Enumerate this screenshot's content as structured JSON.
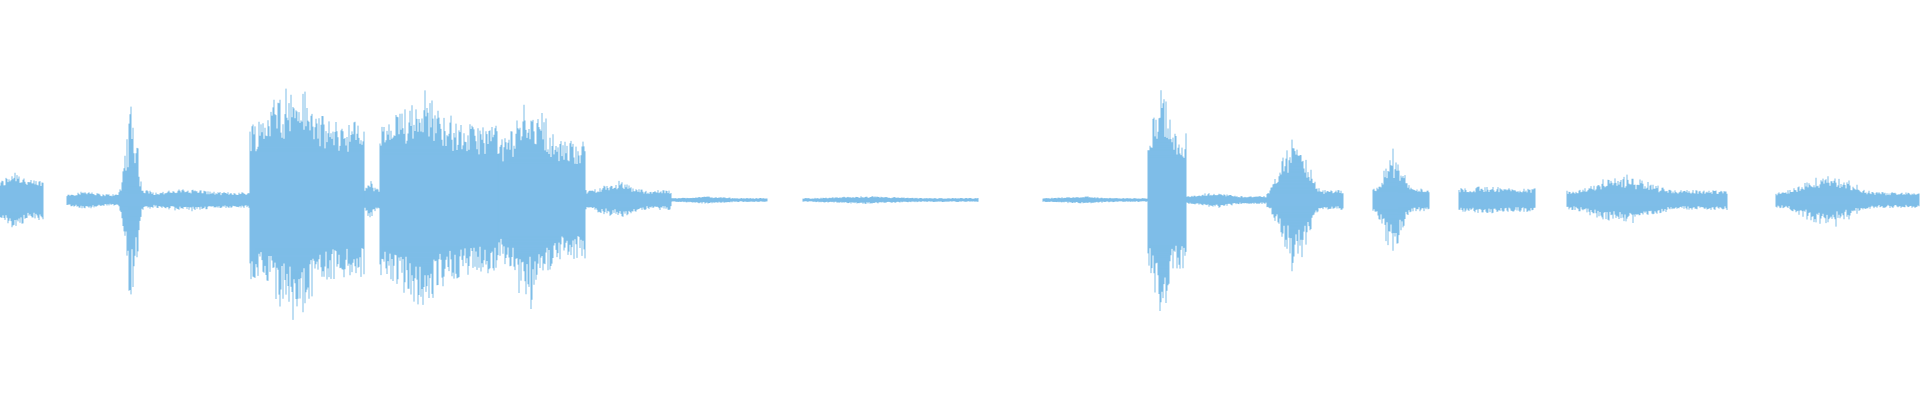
{
  "waveform": {
    "color": "#5DADE2",
    "background": "#FFFFFF"
  },
  "segments": [
    {
      "start": 0.0,
      "end": 0.023,
      "peak": 0.16,
      "level": 0.1
    },
    {
      "start": 0.035,
      "end": 0.062,
      "peak": 0.05,
      "level": 0.03
    },
    {
      "start": 0.062,
      "end": 0.08,
      "peak": 0.55,
      "level": 0.05
    },
    {
      "start": 0.08,
      "end": 0.13,
      "peak": 0.06,
      "level": 0.04
    },
    {
      "start": 0.13,
      "end": 0.19,
      "peak": 0.63,
      "level": 0.4
    },
    {
      "start": 0.19,
      "end": 0.198,
      "peak": 0.12,
      "level": 0.06
    },
    {
      "start": 0.198,
      "end": 0.26,
      "peak": 0.58,
      "level": 0.38
    },
    {
      "start": 0.26,
      "end": 0.305,
      "peak": 0.56,
      "level": 0.3
    },
    {
      "start": 0.305,
      "end": 0.35,
      "peak": 0.1,
      "level": 0.05
    },
    {
      "start": 0.35,
      "end": 0.4,
      "peak": 0.02,
      "level": 0.01
    },
    {
      "start": 0.418,
      "end": 0.51,
      "peak": 0.02,
      "level": 0.01
    },
    {
      "start": 0.543,
      "end": 0.598,
      "peak": 0.02,
      "level": 0.01
    },
    {
      "start": 0.598,
      "end": 0.618,
      "peak": 0.62,
      "level": 0.35
    },
    {
      "start": 0.618,
      "end": 0.66,
      "peak": 0.04,
      "level": 0.02
    },
    {
      "start": 0.66,
      "end": 0.7,
      "peak": 0.38,
      "level": 0.05
    },
    {
      "start": 0.715,
      "end": 0.745,
      "peak": 0.28,
      "level": 0.06
    },
    {
      "start": 0.76,
      "end": 0.8,
      "peak": 0.07,
      "level": 0.06
    },
    {
      "start": 0.816,
      "end": 0.9,
      "peak": 0.13,
      "level": 0.05
    },
    {
      "start": 0.925,
      "end": 1.0,
      "peak": 0.14,
      "level": 0.04
    }
  ]
}
